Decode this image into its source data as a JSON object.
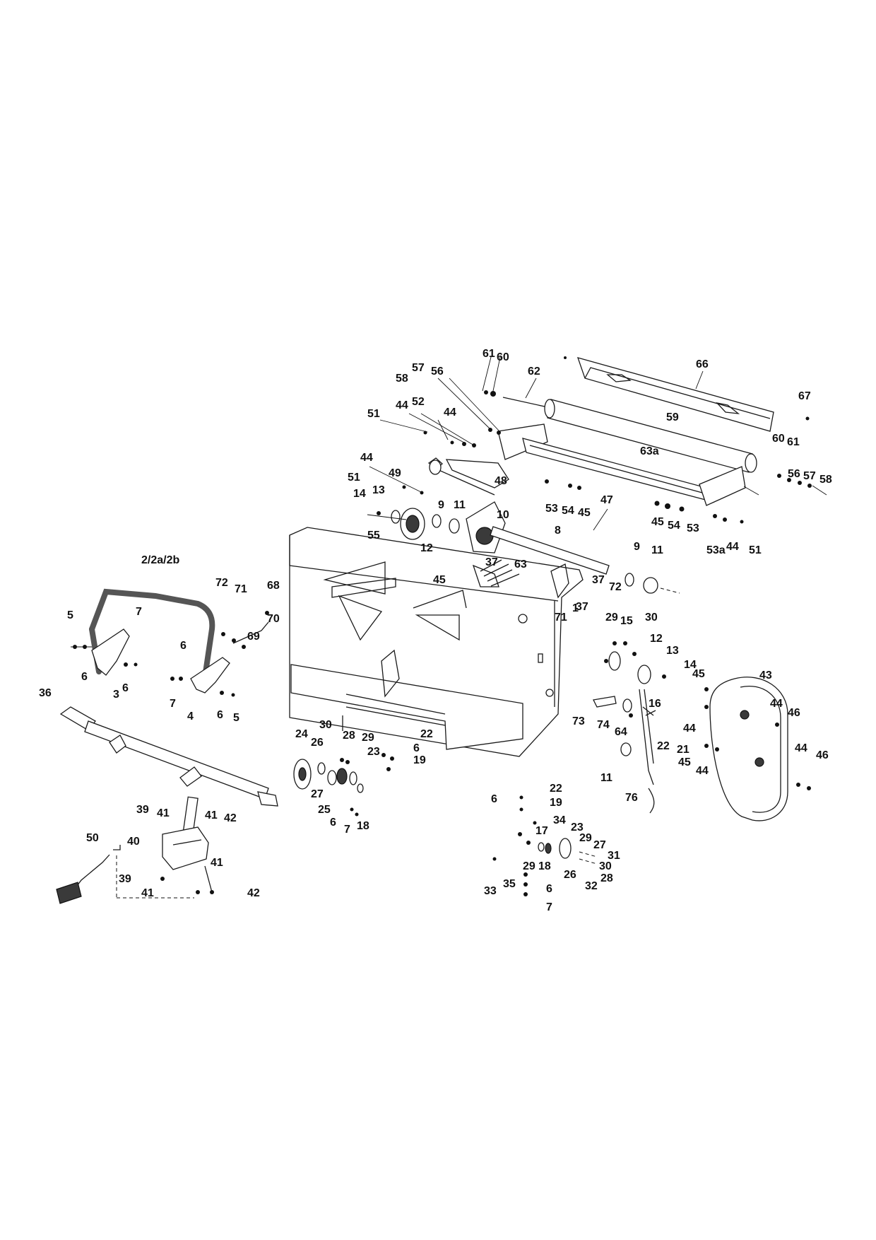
{
  "colors": {
    "line": "#1a1a1a",
    "handle": "#555555",
    "background": "#ffffff"
  },
  "callouts": [
    {
      "id": "c1",
      "label": "61"
    },
    {
      "id": "c2",
      "label": "60"
    },
    {
      "id": "c3",
      "label": "62"
    },
    {
      "id": "c4",
      "label": "66"
    },
    {
      "id": "c5",
      "label": "57"
    },
    {
      "id": "c6",
      "label": "56"
    },
    {
      "id": "c7",
      "label": "58"
    },
    {
      "id": "c8",
      "label": "67"
    },
    {
      "id": "c9",
      "label": "44"
    },
    {
      "id": "c10",
      "label": "52"
    },
    {
      "id": "c11",
      "label": "44"
    },
    {
      "id": "c12",
      "label": "51"
    },
    {
      "id": "c13",
      "label": "59"
    },
    {
      "id": "c14",
      "label": "60"
    },
    {
      "id": "c15",
      "label": "61"
    },
    {
      "id": "c16",
      "label": "63a"
    },
    {
      "id": "c17",
      "label": "56"
    },
    {
      "id": "c18",
      "label": "57"
    },
    {
      "id": "c19",
      "label": "58"
    },
    {
      "id": "c20",
      "label": "44"
    },
    {
      "id": "c21",
      "label": "49"
    },
    {
      "id": "c22",
      "label": "51"
    },
    {
      "id": "c23",
      "label": "48"
    },
    {
      "id": "c24",
      "label": "47"
    },
    {
      "id": "c25",
      "label": "53"
    },
    {
      "id": "c26",
      "label": "54"
    },
    {
      "id": "c27",
      "label": "45"
    },
    {
      "id": "c28",
      "label": "45"
    },
    {
      "id": "c29",
      "label": "54"
    },
    {
      "id": "c30",
      "label": "53"
    },
    {
      "id": "c31",
      "label": "53a"
    },
    {
      "id": "c32",
      "label": "44"
    },
    {
      "id": "c33",
      "label": "51"
    },
    {
      "id": "c34",
      "label": "14"
    },
    {
      "id": "c35",
      "label": "13"
    },
    {
      "id": "c36",
      "label": "9"
    },
    {
      "id": "c37",
      "label": "11"
    },
    {
      "id": "c38",
      "label": "10"
    },
    {
      "id": "c39",
      "label": "8"
    },
    {
      "id": "c40",
      "label": "55"
    },
    {
      "id": "c41",
      "label": "12"
    },
    {
      "id": "c42",
      "label": "2/2a/2b"
    },
    {
      "id": "c43",
      "label": "72"
    },
    {
      "id": "c44",
      "label": "71"
    },
    {
      "id": "c45",
      "label": "68"
    },
    {
      "id": "c46",
      "label": "37"
    },
    {
      "id": "c47",
      "label": "63"
    },
    {
      "id": "c48",
      "label": "45"
    },
    {
      "id": "c49",
      "label": "9"
    },
    {
      "id": "c50",
      "label": "11"
    },
    {
      "id": "c51",
      "label": "37"
    },
    {
      "id": "c52",
      "label": "72"
    },
    {
      "id": "c53",
      "label": "37"
    },
    {
      "id": "c54",
      "label": "70"
    },
    {
      "id": "c55",
      "label": "69"
    },
    {
      "id": "c56",
      "label": "71"
    },
    {
      "id": "c57",
      "label": "1"
    },
    {
      "id": "c58",
      "label": "5"
    },
    {
      "id": "c59",
      "label": "7"
    },
    {
      "id": "c60",
      "label": "6"
    },
    {
      "id": "c61",
      "label": "6"
    },
    {
      "id": "c62",
      "label": "3"
    },
    {
      "id": "c63",
      "label": "6"
    },
    {
      "id": "c64",
      "label": "7"
    },
    {
      "id": "c65",
      "label": "4"
    },
    {
      "id": "c66",
      "label": "6"
    },
    {
      "id": "c67",
      "label": "5"
    },
    {
      "id": "c68",
      "label": "36"
    },
    {
      "id": "c69",
      "label": "29"
    },
    {
      "id": "c70",
      "label": "15"
    },
    {
      "id": "c71",
      "label": "30"
    },
    {
      "id": "c72",
      "label": "12"
    },
    {
      "id": "c73",
      "label": "13"
    },
    {
      "id": "c74",
      "label": "14"
    },
    {
      "id": "c75",
      "label": "45"
    },
    {
      "id": "c76",
      "label": "43"
    },
    {
      "id": "c77",
      "label": "44"
    },
    {
      "id": "c78",
      "label": "46"
    },
    {
      "id": "c79",
      "label": "16"
    },
    {
      "id": "c80",
      "label": "73"
    },
    {
      "id": "c81",
      "label": "74"
    },
    {
      "id": "c82",
      "label": "64"
    },
    {
      "id": "c83",
      "label": "44"
    },
    {
      "id": "c84",
      "label": "22"
    },
    {
      "id": "c85",
      "label": "21"
    },
    {
      "id": "c86",
      "label": "45"
    },
    {
      "id": "c87",
      "label": "44"
    },
    {
      "id": "c88",
      "label": "44"
    },
    {
      "id": "c89",
      "label": "46"
    },
    {
      "id": "c90",
      "label": "11"
    },
    {
      "id": "c91",
      "label": "76"
    },
    {
      "id": "c92",
      "label": "24"
    },
    {
      "id": "c93",
      "label": "30"
    },
    {
      "id": "c94",
      "label": "28"
    },
    {
      "id": "c95",
      "label": "29"
    },
    {
      "id": "c96",
      "label": "22"
    },
    {
      "id": "c97",
      "label": "26"
    },
    {
      "id": "c98",
      "label": "23"
    },
    {
      "id": "c99",
      "label": "6"
    },
    {
      "id": "c100",
      "label": "19"
    },
    {
      "id": "c101",
      "label": "27"
    },
    {
      "id": "c102",
      "label": "25"
    },
    {
      "id": "c103",
      "label": "6"
    },
    {
      "id": "c104",
      "label": "7"
    },
    {
      "id": "c105",
      "label": "18"
    },
    {
      "id": "c106",
      "label": "22"
    },
    {
      "id": "c107",
      "label": "6"
    },
    {
      "id": "c108",
      "label": "19"
    },
    {
      "id": "c109",
      "label": "34"
    },
    {
      "id": "c110",
      "label": "23"
    },
    {
      "id": "c111",
      "label": "17"
    },
    {
      "id": "c112",
      "label": "29"
    },
    {
      "id": "c113",
      "label": "27"
    },
    {
      "id": "c114",
      "label": "31"
    },
    {
      "id": "c115",
      "label": "29"
    },
    {
      "id": "c116",
      "label": "18"
    },
    {
      "id": "c117",
      "label": "30"
    },
    {
      "id": "c118",
      "label": "26"
    },
    {
      "id": "c119",
      "label": "28"
    },
    {
      "id": "c120",
      "label": "32"
    },
    {
      "id": "c121",
      "label": "35"
    },
    {
      "id": "c122",
      "label": "33"
    },
    {
      "id": "c123",
      "label": "6"
    },
    {
      "id": "c124",
      "label": "7"
    },
    {
      "id": "c125",
      "label": "39"
    },
    {
      "id": "c126",
      "label": "41"
    },
    {
      "id": "c127",
      "label": "41"
    },
    {
      "id": "c128",
      "label": "42"
    },
    {
      "id": "c129",
      "label": "50"
    },
    {
      "id": "c130",
      "label": "40"
    },
    {
      "id": "c131",
      "label": "41"
    },
    {
      "id": "c132",
      "label": "39"
    },
    {
      "id": "c133",
      "label": "41"
    },
    {
      "id": "c134",
      "label": "42"
    }
  ]
}
